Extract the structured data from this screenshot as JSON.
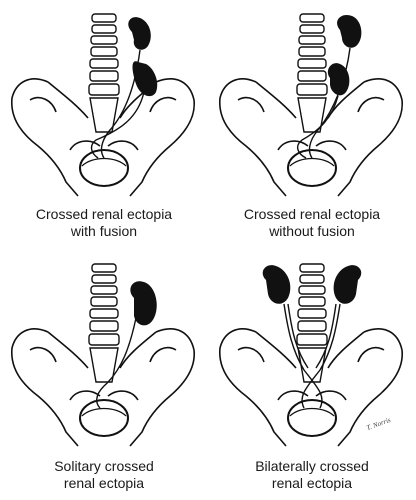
{
  "figure": {
    "panels": [
      {
        "id": "a",
        "caption_line1": "Crossed renal ectopia",
        "caption_line2": "with fusion"
      },
      {
        "id": "b",
        "caption_line1": "Crossed renal ectopia",
        "caption_line2": "without fusion"
      },
      {
        "id": "c",
        "caption_line1": "Solitary crossed",
        "caption_line2": "renal ectopia"
      },
      {
        "id": "d",
        "caption_line1": "Bilaterally crossed",
        "caption_line2": "renal ectopia"
      }
    ],
    "artist_signature": "T. Norris"
  }
}
